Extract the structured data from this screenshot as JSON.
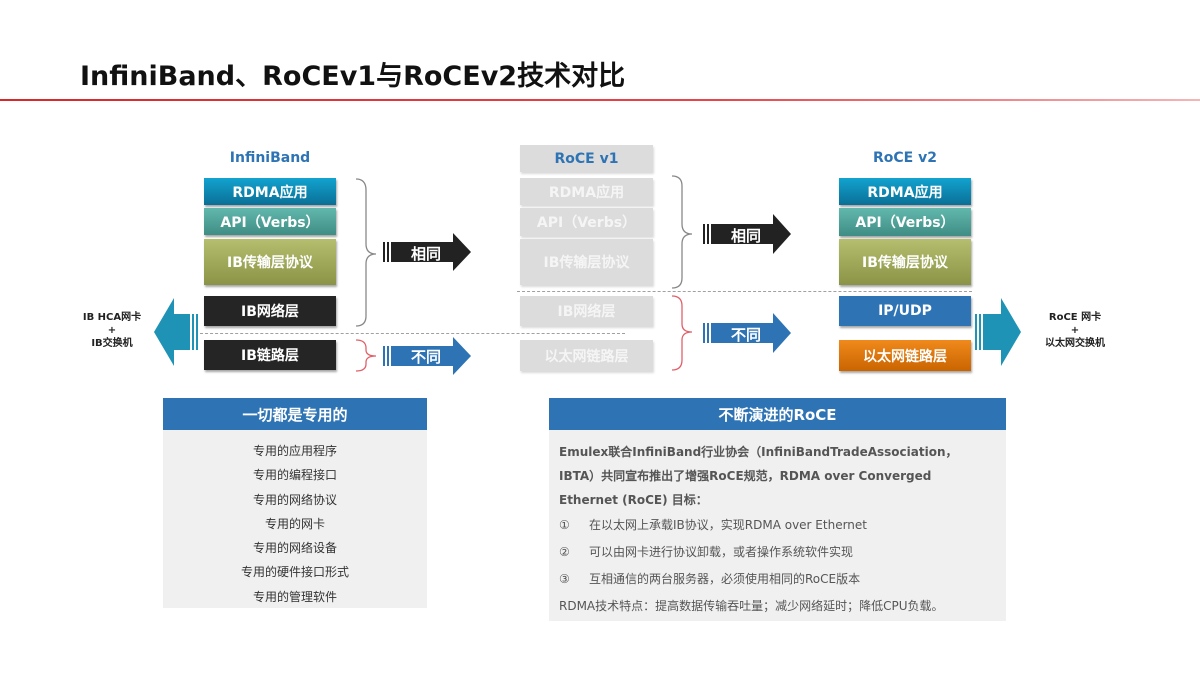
{
  "title": "InfiniBand、RoCEv1与RoCEv2技术对比",
  "columns": {
    "infiniband": {
      "label": "InfiniBand",
      "layers": [
        "RDMA应用",
        "API（Verbs）",
        "IB传输层协议",
        "IB网络层",
        "IB链路层"
      ]
    },
    "rocev1": {
      "label": "RoCE v1",
      "layers": [
        "RDMA应用",
        "API（Verbs）",
        "IB传输层协议",
        "IB网络层",
        "以太网链路层"
      ]
    },
    "rocev2": {
      "label": "RoCE v2",
      "layers": [
        "RDMA应用",
        "API（Verbs）",
        "IB传输层协议",
        "IP/UDP",
        "以太网链路层"
      ]
    }
  },
  "arrows": {
    "same": "相同",
    "different": "不同"
  },
  "left_hw": {
    "line1": "IB HCA网卡",
    "plus": "+",
    "line2": "IB交换机"
  },
  "right_hw": {
    "line1": "RoCE 网卡",
    "plus": "+",
    "line2": "以太网交换机"
  },
  "left_panel": {
    "header": "一切都是专用的",
    "items": [
      "专用的应用程序",
      "专用的编程接口",
      "专用的网络协议",
      "专用的网卡",
      "专用的网络设备",
      "专用的硬件接口形式",
      "专用的管理软件"
    ]
  },
  "right_panel": {
    "header": "不断演进的RoCE",
    "intro": [
      "Emulex联合InfiniBand行业协会（InfiniBandTradeAssociation，",
      "IBTA）共同宣布推出了增强RoCE规范，RDMA over Converged",
      "Ethernet (RoCE) 目标："
    ],
    "goals": [
      {
        "num": "①",
        "text": "在以太网上承载IB协议，实现RDMA over Ethernet"
      },
      {
        "num": "②",
        "text": "可以由网卡进行协议卸载，或者操作系统软件实现"
      },
      {
        "num": "③",
        "text": "互相通信的两台服务器，必须使用相同的RoCE版本"
      }
    ],
    "footer": "RDMA技术特点：提高数据传输吞吐量；减少网络延时；降低CPU负载。"
  },
  "colors": {
    "accent_blue": "#2e74b5",
    "title_red": "#d9262b",
    "orange": "#e07a10",
    "teal": "#1f93b5"
  }
}
